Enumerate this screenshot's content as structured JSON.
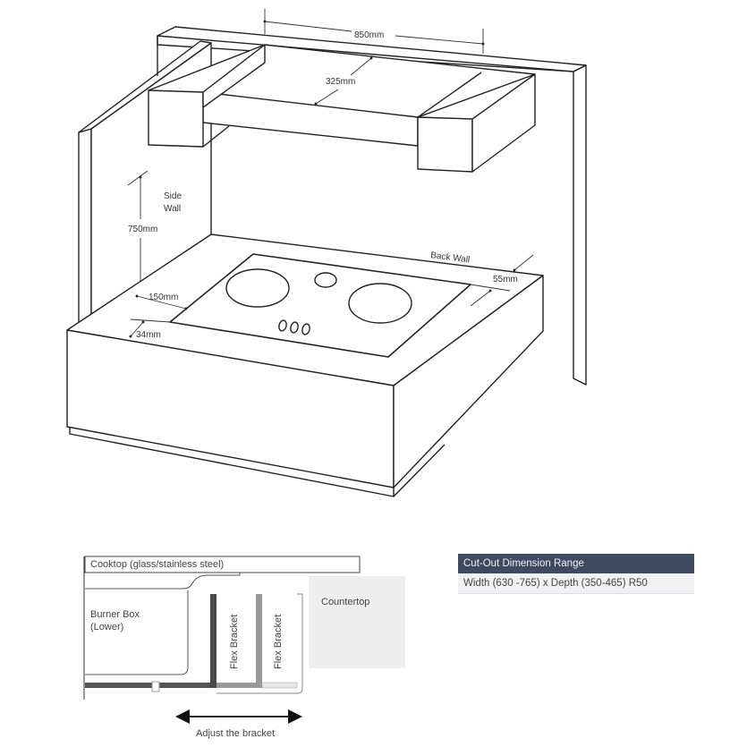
{
  "diagram": {
    "iso_view": {
      "labels": {
        "width_850": "850mm",
        "depth_325": "325mm",
        "side_wall": [
          "Side",
          "Wall"
        ],
        "height_750": "750mm",
        "side_gap_150": "150mm",
        "front_gap_34": "34mm",
        "back_wall": "Back Wall",
        "back_gap_55": "55mm"
      },
      "elements": [
        "side-wall",
        "back-wall",
        "range-hood",
        "counter-cabinet",
        "cooktop",
        "burner-large-left",
        "burner-small-center",
        "burner-large-right",
        "control-knobs"
      ]
    },
    "section_view": {
      "cooktop_label": "Cooktop (glass/stainless steel)",
      "burner_box_label": [
        "Burner Box",
        "(Lower)"
      ],
      "flex_bracket_1": "Flex Bracket",
      "flex_bracket_2": "Flex Bracket",
      "countertop_label": "Countertop",
      "adjust_label": "Adjust the bracket"
    },
    "cutout_table": {
      "header": "Cut-Out Dimension Range",
      "row": "Width (630 -765) x Depth (350-465) R50",
      "header_color": "#3d4a60",
      "row_color": "#f1f1f3"
    }
  }
}
